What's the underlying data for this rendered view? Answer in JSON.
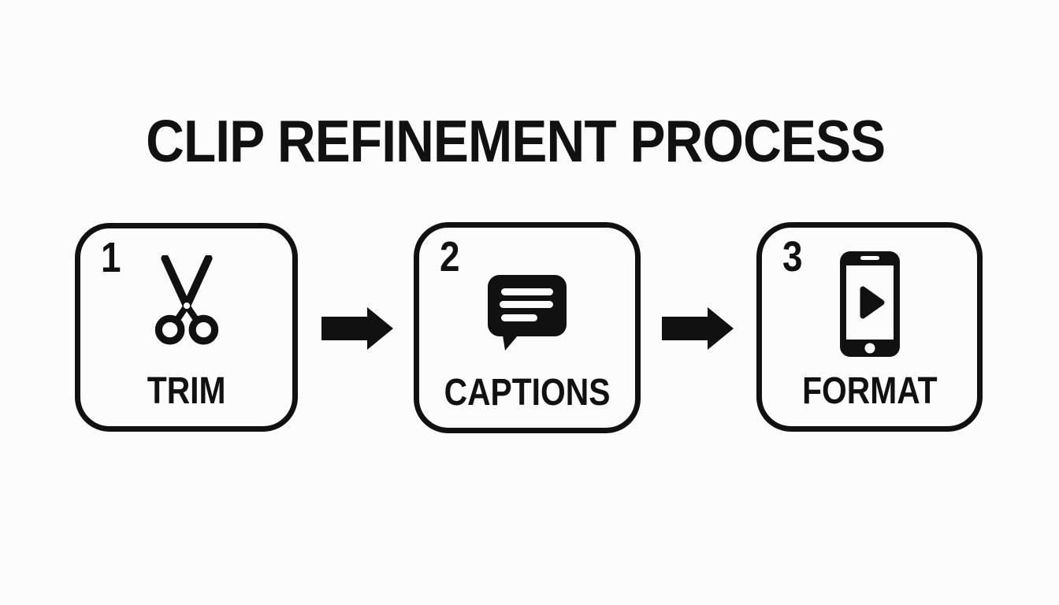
{
  "title": "CLIP REFINEMENT PROCESS",
  "steps": [
    {
      "number": "1",
      "label": "TRIM",
      "icon": "scissors-icon"
    },
    {
      "number": "2",
      "label": "CAPTIONS",
      "icon": "speech-bubble-icon"
    },
    {
      "number": "3",
      "label": "FORMAT",
      "icon": "smartphone-play-icon"
    }
  ],
  "connectors": [
    {
      "type": "arrow-right"
    },
    {
      "type": "arrow-right"
    }
  ],
  "colors": {
    "background": "#fcfcfc",
    "ink": "#111111"
  }
}
